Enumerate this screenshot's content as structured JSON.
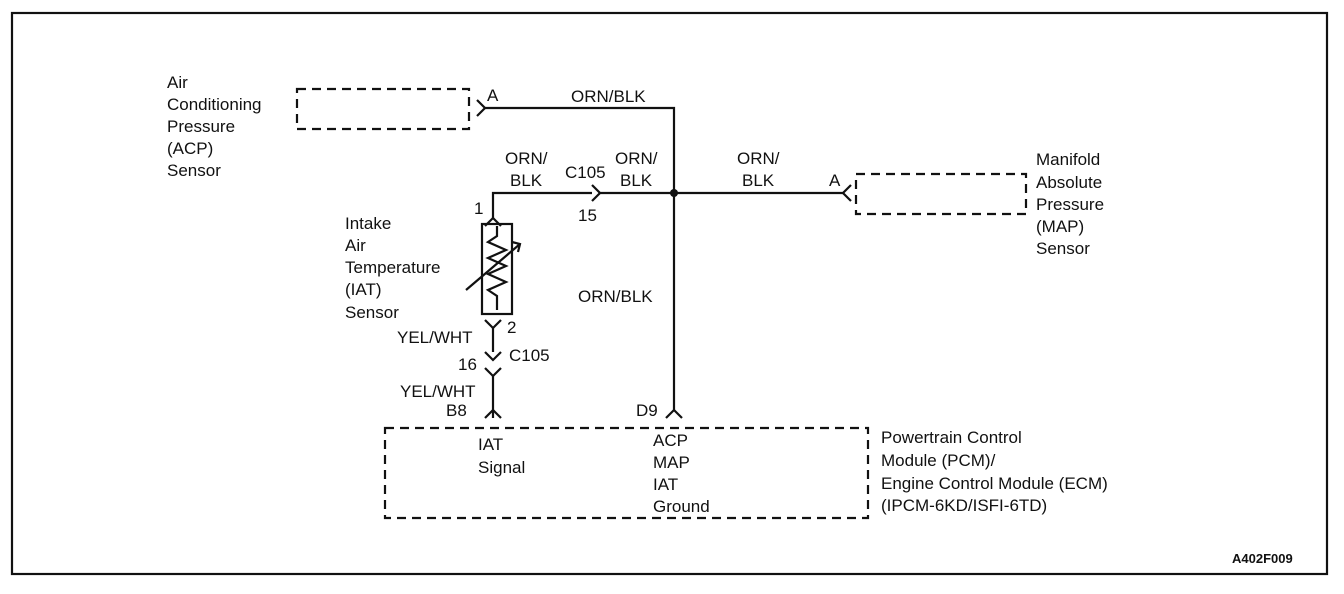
{
  "components": {
    "acp_sensor": {
      "label_lines": [
        "Air",
        "Conditioning",
        "Pressure",
        "(ACP)",
        "Sensor"
      ],
      "pin": "A"
    },
    "map_sensor": {
      "label_lines": [
        "Manifold",
        "Absolute",
        "Pressure",
        "(MAP)",
        "Sensor"
      ],
      "pin": "A"
    },
    "iat_sensor": {
      "label_lines": [
        "Intake",
        "Air",
        "Temperature",
        "(IAT)",
        "Sensor"
      ],
      "pin_top": "1",
      "pin_bottom": "2"
    },
    "pcm": {
      "label_lines": [
        "Powertrain Control",
        "Module (PCM)/",
        "Engine Control Module (ECM)",
        "(IPCM-6KD/ISFI-6TD)"
      ],
      "left_block": [
        "IAT",
        "Signal"
      ],
      "right_block": [
        "ACP",
        "MAP",
        "IAT",
        "Ground"
      ],
      "pin_b8": "B8",
      "pin_d9": "D9"
    }
  },
  "wires": {
    "acp_to_splice": "ORN/BLK",
    "iat_to_c105_line1": "ORN/",
    "iat_to_c105_line2": "BLK",
    "c105_to_splice_line1": "ORN/",
    "c105_to_splice_line2": "BLK",
    "splice_to_map_line1": "ORN/",
    "splice_to_map_line2": "BLK",
    "splice_to_pcm": "ORN/BLK",
    "iat_to_c105_signal": "YEL/WHT",
    "c105_to_pcm_signal": "YEL/WHT"
  },
  "connectors": {
    "c105_upper": {
      "name": "C105",
      "pin": "15"
    },
    "c105_lower": {
      "name": "C105",
      "pin": "16"
    }
  },
  "figure_id": "A402F009"
}
